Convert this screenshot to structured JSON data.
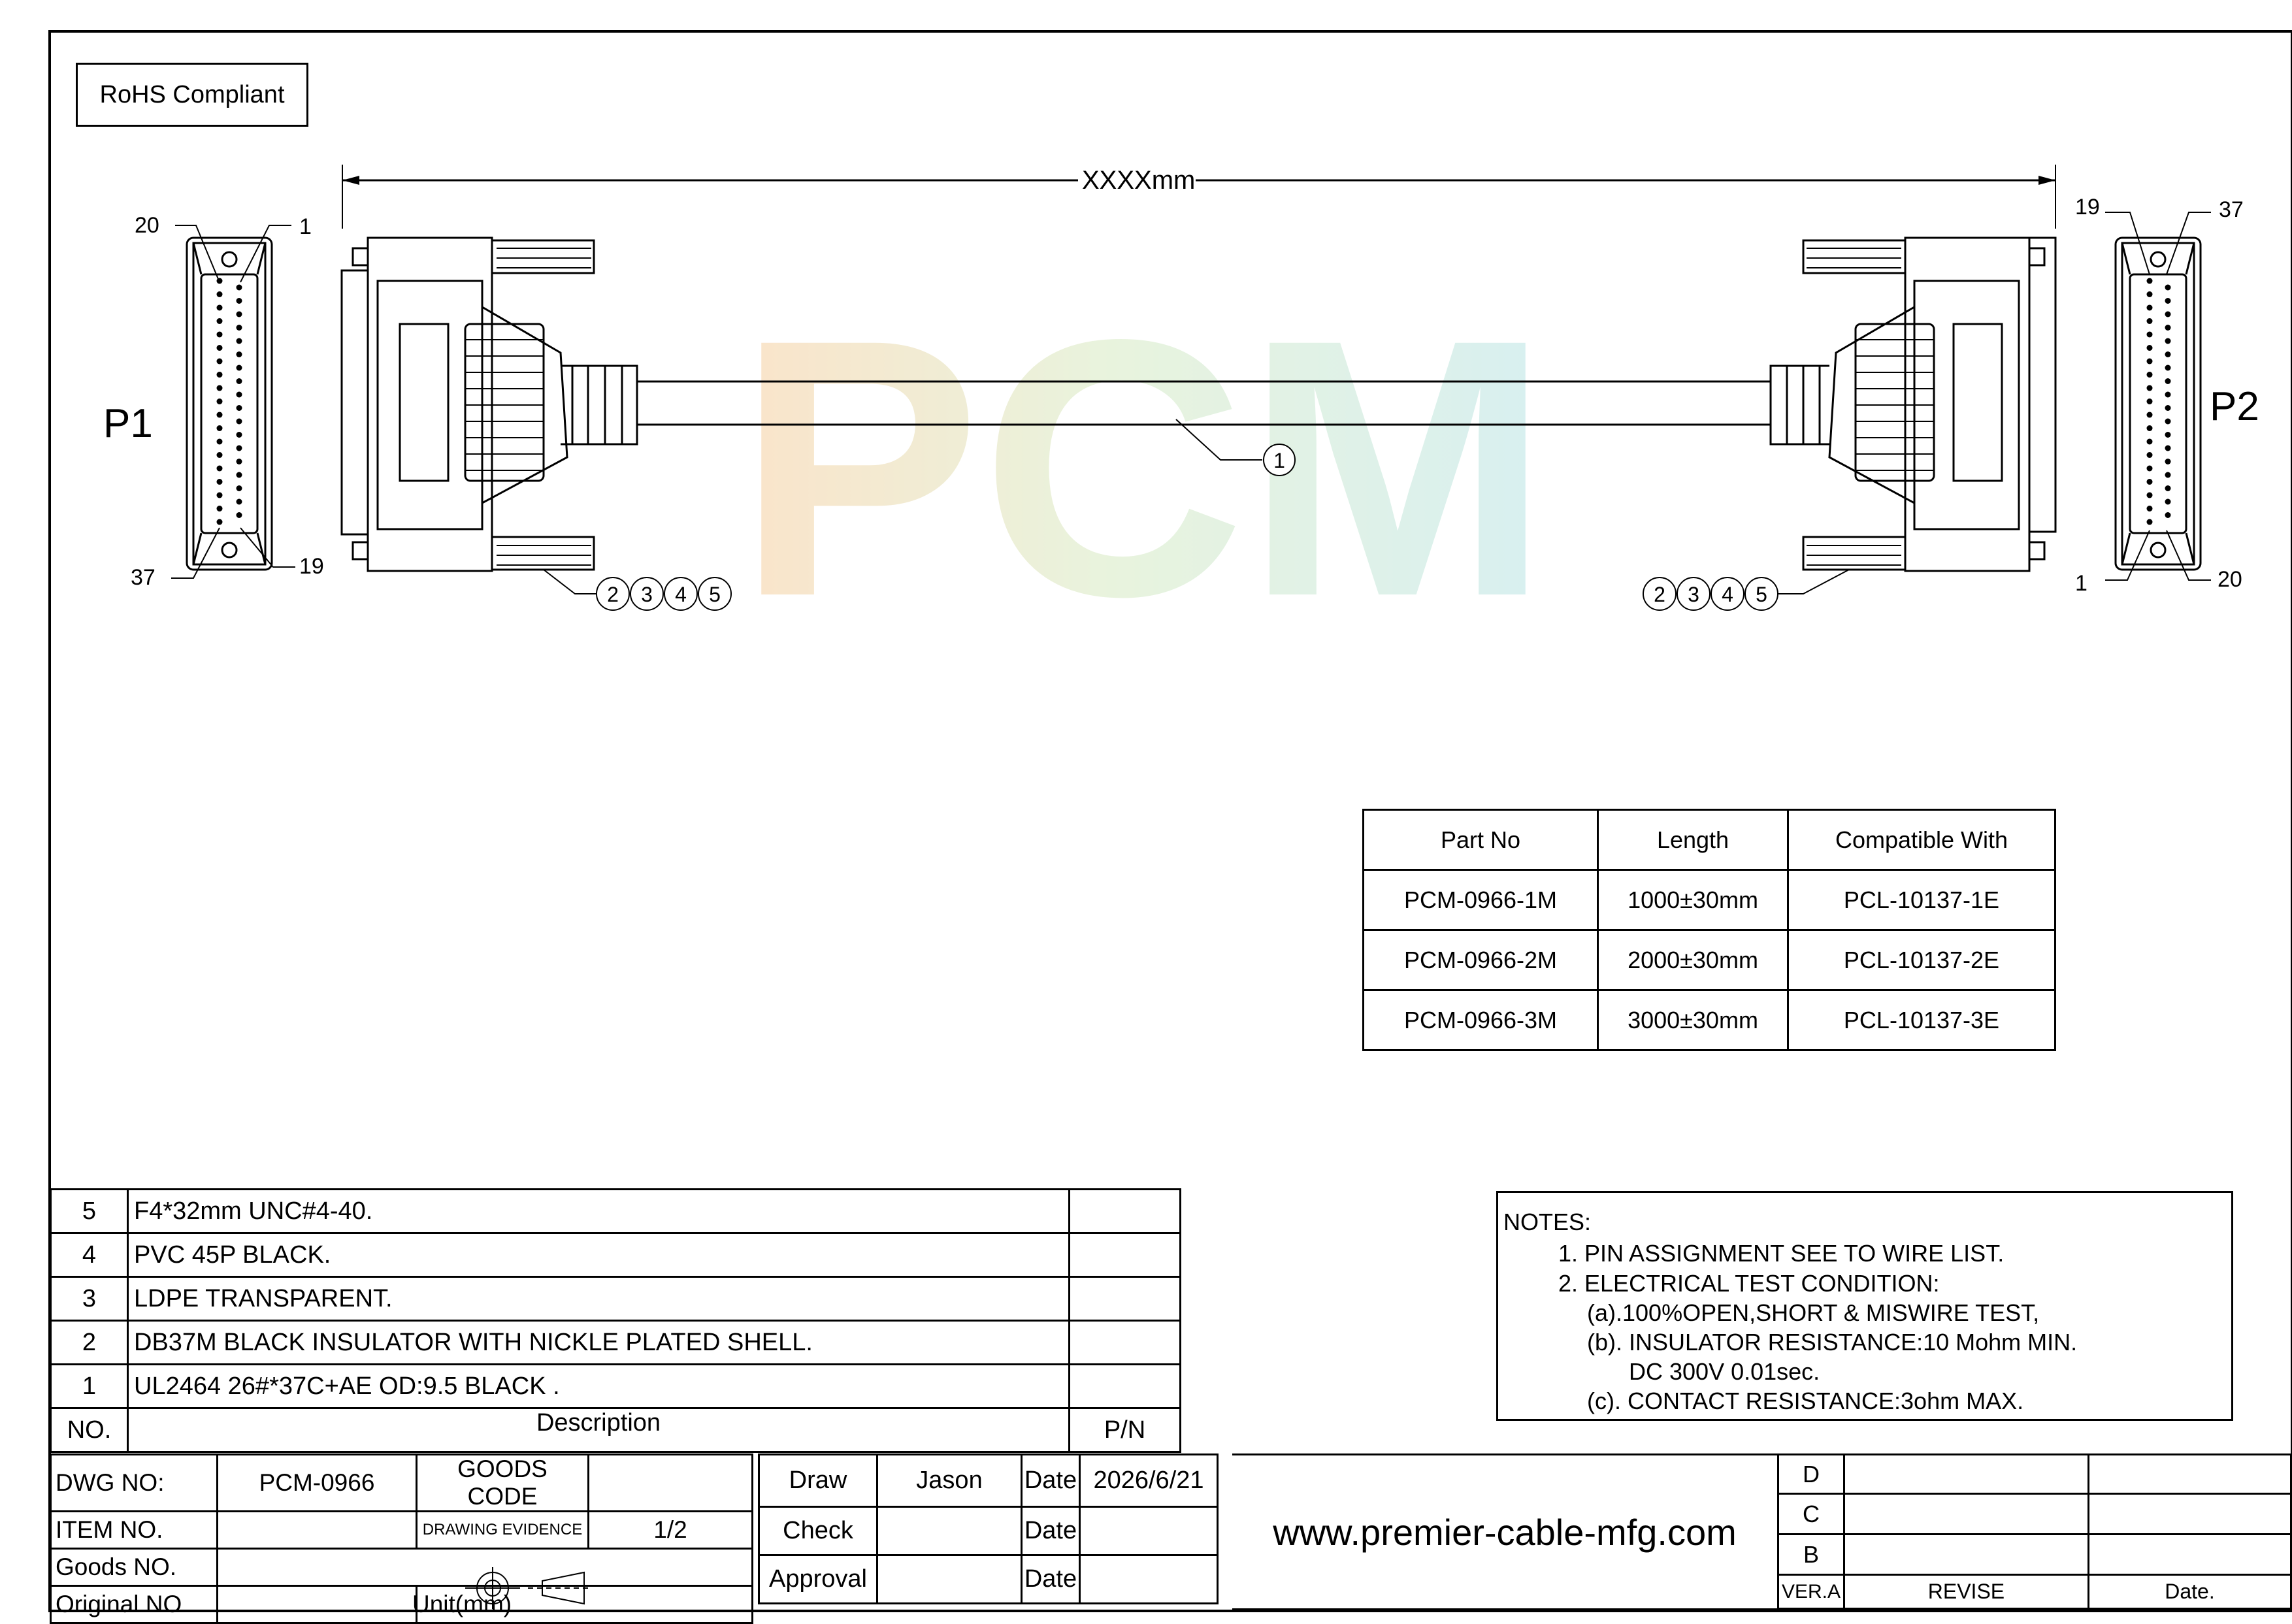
{
  "rohs": "RoHS Compliant",
  "dimension": "XXXXmm",
  "watermark": "PCM",
  "connectors": {
    "p1": {
      "label": "P1",
      "pin_tl": "20",
      "pin_tr": "1",
      "pin_bl": "37",
      "pin_br": "19"
    },
    "p2": {
      "label": "P2",
      "pin_tl": "19",
      "pin_tr": "37",
      "pin_bl": "1",
      "pin_br": "20"
    }
  },
  "balloons": [
    "1",
    "2",
    "3",
    "4",
    "5"
  ],
  "part_table": {
    "headers": [
      "Part No",
      "Length",
      "Compatible With"
    ],
    "rows": [
      [
        "PCM-0966-1M",
        "1000±30mm",
        "PCL-10137-1E"
      ],
      [
        "PCM-0966-2M",
        "2000±30mm",
        "PCL-10137-2E"
      ],
      [
        "PCM-0966-3M",
        "3000±30mm",
        "PCL-10137-3E"
      ]
    ]
  },
  "bom": {
    "rows": [
      {
        "no": "5",
        "desc": "F4*32mm UNC#4-40."
      },
      {
        "no": "4",
        "desc": "PVC 45P BLACK."
      },
      {
        "no": "3",
        "desc": "LDPE TRANSPARENT."
      },
      {
        "no": "2",
        "desc": "DB37M BLACK INSULATOR WITH NICKLE PLATED SHELL."
      },
      {
        "no": "1",
        "desc": "UL2464 26#*37C+AE OD:9.5   BLACK ."
      }
    ],
    "header": {
      "no": "NO.",
      "desc": "Description",
      "pn": "P/N"
    }
  },
  "notes": {
    "title": "NOTES:",
    "lines": [
      "1. PIN ASSIGNMENT SEE TO WIRE LIST.",
      "2. ELECTRICAL TEST CONDITION:",
      "(a).100%OPEN,SHORT & MISWIRE TEST,",
      "(b). INSULATOR RESISTANCE:10 Mohm MIN.",
      "DC 300V 0.01sec.",
      "(c). CONTACT RESISTANCE:3ohm MAX."
    ]
  },
  "title_block": {
    "dwg_no_label": "DWG NO:",
    "dwg_no": "PCM-0966",
    "goods_code_label": "GOODS CODE",
    "item_no_label": "ITEM NO.",
    "drawing_evidence_label": "DRAWING EVIDENCE",
    "sheet": "1/2",
    "goods_no_label": "Goods NO.",
    "original_no_label": "Original NO.",
    "unit_label": "Unit(mm)",
    "draw_label": "Draw",
    "draw_name": "Jason",
    "check_label": "Check",
    "approval_label": "Approval",
    "date_label": "Date",
    "draw_date": "2026/6/21",
    "website": "www.premier-cable-mfg.com",
    "rev_rows": [
      "D",
      "C",
      "B"
    ],
    "ver_label": "VER.A",
    "revise_label": "REVISE",
    "date_col_label": "Date."
  }
}
